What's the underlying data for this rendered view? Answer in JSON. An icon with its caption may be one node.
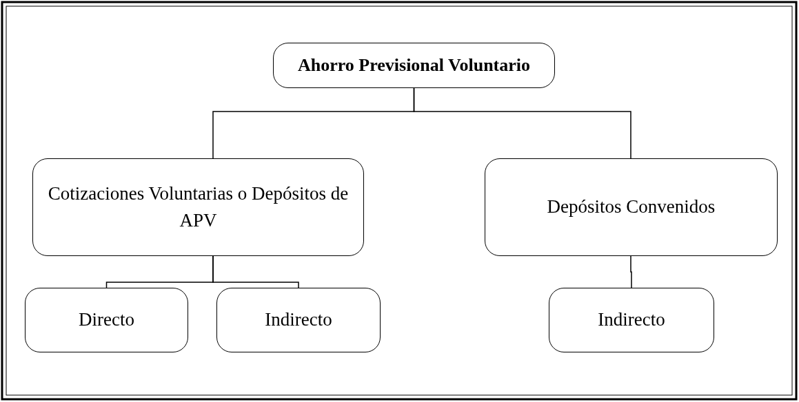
{
  "diagram": {
    "nodes": [
      {
        "text": [
          "Ahorro Previsional Voluntario"
        ]
      },
      {
        "text": [
          "Cotizaciones Voluntarias o Depósitos de APV"
        ]
      },
      {
        "text": [
          "Depósitos Convenidos"
        ]
      },
      {
        "text": [
          "Directo"
        ]
      },
      {
        "text": [
          "Indirecto"
        ]
      },
      {
        "text": [
          "Indirecto"
        ]
      }
    ],
    "edges": [
      {
        "from": 0,
        "to": 1,
        "arrow": "none"
      },
      {
        "from": 0,
        "to": 2,
        "arrow": "none"
      },
      {
        "from": 1,
        "to": 3,
        "arrow": "none"
      },
      {
        "from": 1,
        "to": 4,
        "arrow": "none"
      },
      {
        "from": 2,
        "to": 5,
        "arrow": "none"
      }
    ]
  }
}
